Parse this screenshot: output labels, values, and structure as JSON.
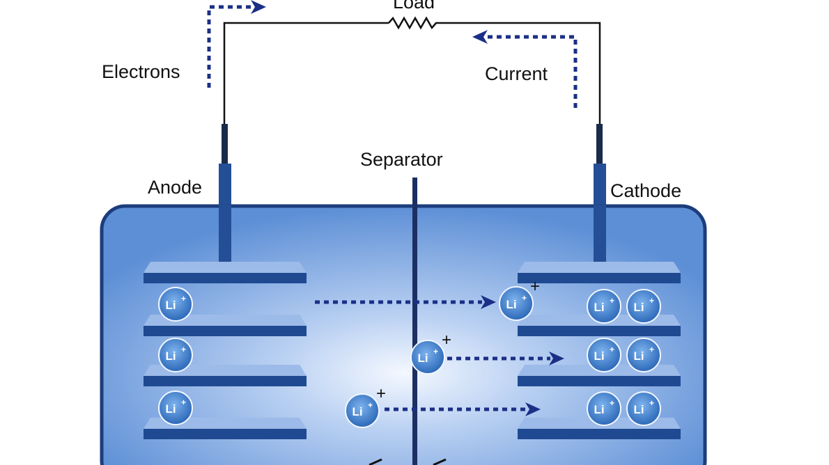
{
  "labels": {
    "load": "Load",
    "electrons": "Electrons",
    "current": "Current",
    "separator": "Separator",
    "anode": "Anode",
    "cathode": "Cathode"
  },
  "ion": {
    "symbol": "Li",
    "charge": "+"
  },
  "colors": {
    "electrolyte": "#5d8fd6",
    "electrolyte_glow": "#e8f1fc",
    "case_border": "#1c3d7c",
    "electrode": "#244f96",
    "plate_light": "#7fa6e0",
    "ion_fill": "#3f7fcd",
    "ion_stroke": "#f2f7ff",
    "arrow": "#1b2f86",
    "wire": "#111111"
  }
}
